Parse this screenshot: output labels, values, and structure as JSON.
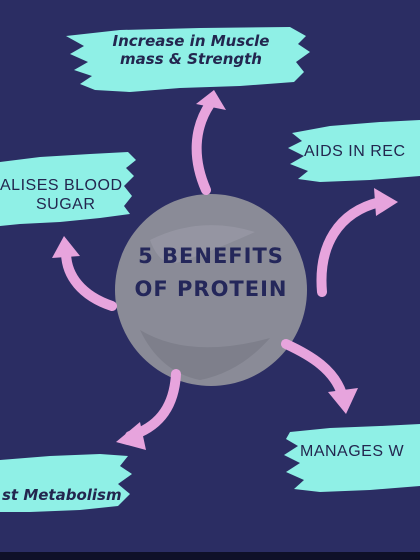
{
  "center": {
    "line1": "5 BENEFITS",
    "line2": "OF PROTEIN"
  },
  "benefits": [
    {
      "line1": "Increase in Muscle",
      "line2": "mass & Strength"
    },
    {
      "line1": "AIDS IN REC",
      "line2": ""
    },
    {
      "line1": "ALISES BLOOD",
      "line2": "SUGAR"
    },
    {
      "line1": "MANAGES W",
      "line2": ""
    },
    {
      "line1": "st Metabolism",
      "line2": ""
    }
  ],
  "colors": {
    "background": "#2b2d63",
    "brush": "#8ff0e6",
    "arrow": "#e7a4dd",
    "circle": "#8a8b97",
    "text": "#23264f"
  }
}
